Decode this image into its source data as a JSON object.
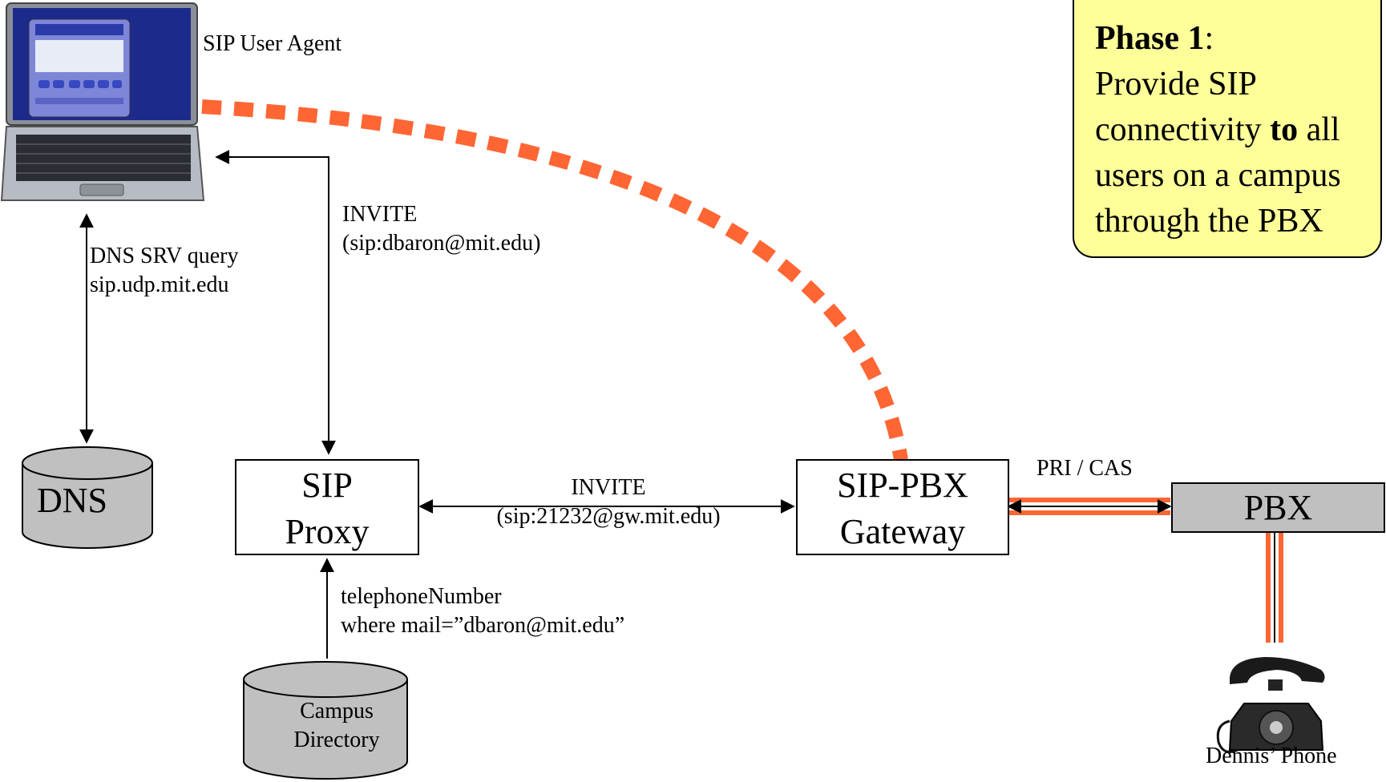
{
  "nodes": {
    "user_agent": "SIP User Agent",
    "dns": "DNS",
    "sip_proxy": [
      "SIP",
      "Proxy"
    ],
    "gateway": [
      "SIP-PBX",
      "Gateway"
    ],
    "pbx": "PBX",
    "campus_directory": [
      "Campus",
      "Directory"
    ],
    "phone": "Dennis’ Phone"
  },
  "edges": {
    "dns_query": [
      "DNS SRV query",
      "sip.udp.mit.edu"
    ],
    "invite_ua": [
      "INVITE",
      "(sip:dbaron@mit.edu)"
    ],
    "invite_gw": [
      "INVITE",
      "(sip:21232@gw.mit.edu)"
    ],
    "directory_query": [
      "telephoneNumber",
      "where mail=”dbaron@mit.edu”"
    ],
    "trunk": "PRI / CAS"
  },
  "callout": {
    "phase": "Phase 1",
    "colon": ":",
    "line1": "Provide SIP",
    "line2_a": "connectivity ",
    "line2_b": "to",
    "line2_c": " all",
    "line3": "users on a campus",
    "line4": "through the PBX"
  },
  "colors": {
    "accent_orange": "#ff6633",
    "callout_fill": "#ffff99",
    "box_gray": "#c0c0c0"
  },
  "icons": [
    "laptop-icon",
    "telephone-icon"
  ]
}
